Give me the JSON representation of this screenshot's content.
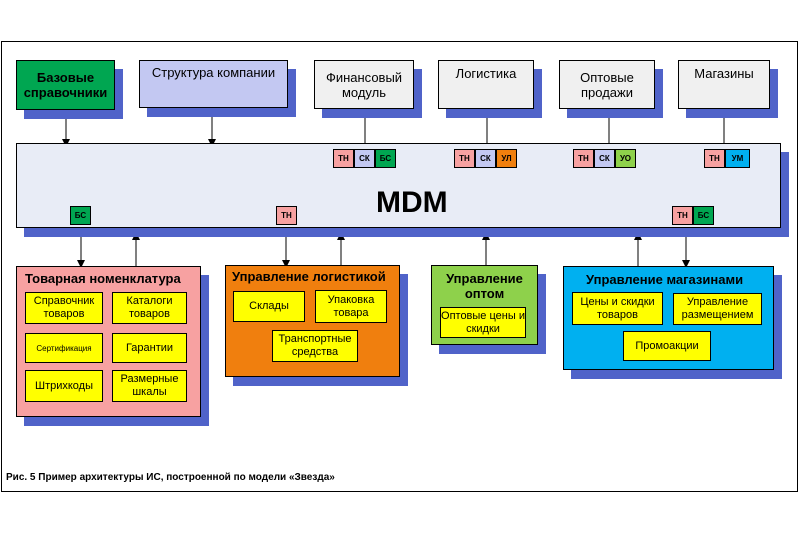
{
  "top_boxes": [
    {
      "id": "base",
      "label": "Базовые справочники",
      "color": "#00a651"
    },
    {
      "id": "structure",
      "label": "Структура компании",
      "color": "#c3c8f2"
    },
    {
      "id": "finance",
      "label": "Финансовый модуль",
      "color": "#f0f0f0"
    },
    {
      "id": "logistics",
      "label": "Логистика",
      "color": "#f0f0f0"
    },
    {
      "id": "wholesale",
      "label": "Оптовые продажи",
      "color": "#f0f0f0"
    },
    {
      "id": "shops",
      "label": "Магазины",
      "color": "#f0f0f0"
    }
  ],
  "mdm": {
    "label": "MDM",
    "color": "#e8ecf6"
  },
  "tags": {
    "tn": {
      "label": "ТН",
      "color": "#f7a1a1"
    },
    "sk": {
      "label": "СК",
      "color": "#c3c8f2"
    },
    "bs": {
      "label": "БС",
      "color": "#00a651"
    },
    "ul": {
      "label": "УЛ",
      "color": "#f07f0e"
    },
    "uo": {
      "label": "УО",
      "color": "#8ed14b"
    },
    "um": {
      "label": "УМ",
      "color": "#00b0f0"
    }
  },
  "bottom_blocks": [
    {
      "id": "nomenclature",
      "title": "Товарная номенклатура",
      "color": "#f7a1a1",
      "items": [
        "Справочник товаров",
        "Каталоги товаров",
        "Сертификация",
        "Гарантии",
        "Штрихкоды",
        "Размерные шкалы"
      ]
    },
    {
      "id": "logistics_mgmt",
      "title": "Управление логистикой",
      "color": "#f07f0e",
      "items": [
        "Склады",
        "Упаковка товара",
        "Транспортные средства"
      ]
    },
    {
      "id": "wholesale_mgmt",
      "title": "Управление оптом",
      "color": "#8ed14b",
      "items": [
        "Оптовые цены и скидки"
      ]
    },
    {
      "id": "shops_mgmt",
      "title": "Управление магазинами",
      "color": "#00b0f0",
      "items": [
        "Цены и скидки товаров",
        "Управление размещением",
        "Промоакции"
      ]
    }
  ],
  "caption": "Рис. 5 Пример архитектуры ИС, построенной по модели «Звезда»"
}
